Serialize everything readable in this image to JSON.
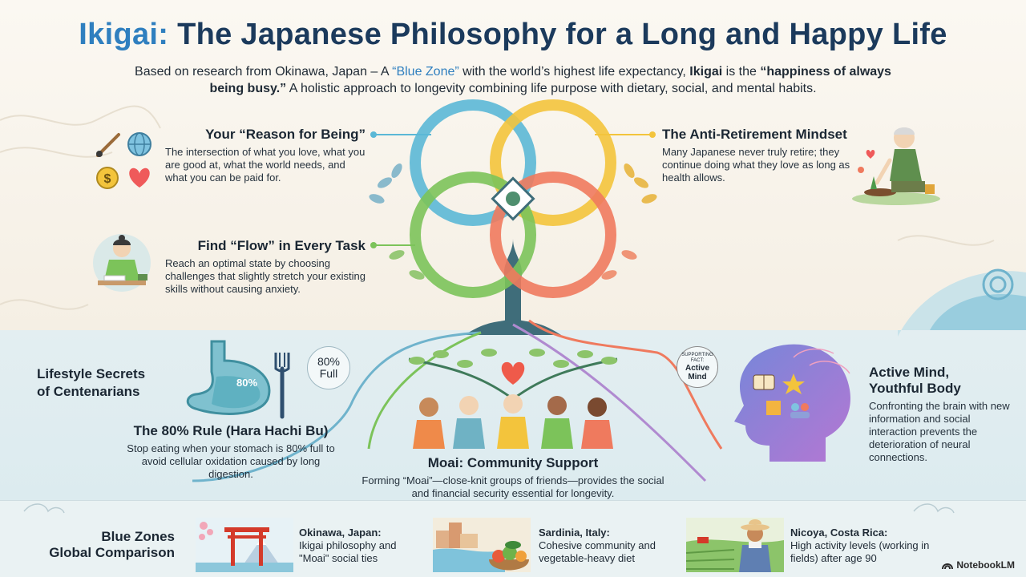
{
  "header": {
    "title_accent": "Ikigai:",
    "title_rest": "The Japanese Philosophy for a Long and Happy Life",
    "intro_p1": "Based on research from Okinawa, Japan – A",
    "intro_blue": "“Blue Zone”",
    "intro_p2": "with the world’s highest life expectancy,",
    "intro_bold1": "Ikigai",
    "intro_p3": "is the",
    "intro_bold2": "“happiness of always being busy.”",
    "intro_p4": "A holistic approach to longevity combining life purpose with dietary, social, and mental habits."
  },
  "features": {
    "reason": {
      "title": "Your “Reason for Being”",
      "text": "The intersection of what you love, what you are good at, what the world needs, and what you can be paid for."
    },
    "retirement": {
      "title": "The Anti-Retirement Mindset",
      "text": "Many Japanese never truly retire; they continue doing what they love as long as health allows."
    },
    "flow": {
      "title": "Find “Flow” in Every Task",
      "text": "Reach an optimal state by choosing challenges that slightly stretch your existing skills without causing anxiety."
    }
  },
  "lifestyle": {
    "heading_line1": "Lifestyle Secrets",
    "heading_line2": "of Centenarians",
    "stomach_label": "80%",
    "bubble_line1": "80%",
    "bubble_line2": "Full",
    "rule_title": "The 80% Rule (Hara Hachi Bu)",
    "rule_text": "Stop eating when your stomach is 80% full to avoid cellular oxidation caused by long digestion.",
    "moai_title": "Moai: Community Support",
    "moai_text": "Forming “Moai”—close-knit groups of friends—provides the social and financial security essential for longevity.",
    "fact_line1": "SUPPORTING",
    "fact_line2": "FACT:",
    "fact_line3": "Active",
    "fact_line4": "Mind",
    "mind_title_line1": "Active Mind,",
    "mind_title_line2": "Youthful Body",
    "mind_text": "Confronting the brain with new information and social interaction prevents the deterioration of neural connections."
  },
  "blue_zones": {
    "heading_line1": "Blue Zones",
    "heading_line2": "Global Comparison",
    "items": [
      {
        "name": "Okinawa, Japan:",
        "desc": "Ikigai philosophy and \"Moai\" social ties"
      },
      {
        "name": "Sardinia, Italy:",
        "desc": "Cohesive community and vegetable-heavy diet"
      },
      {
        "name": "Nicoya, Costa Rica:",
        "desc": "High activity levels (working in fields) after age 90"
      }
    ]
  },
  "watermark": "NotebookLM",
  "colors": {
    "title": "#1b3a5c",
    "accent_blue": "#2f7fbf",
    "ring_blue": "#5bb8d6",
    "ring_yellow": "#f3c43c",
    "ring_green": "#7cc35a",
    "ring_red": "#ef7a5e"
  }
}
